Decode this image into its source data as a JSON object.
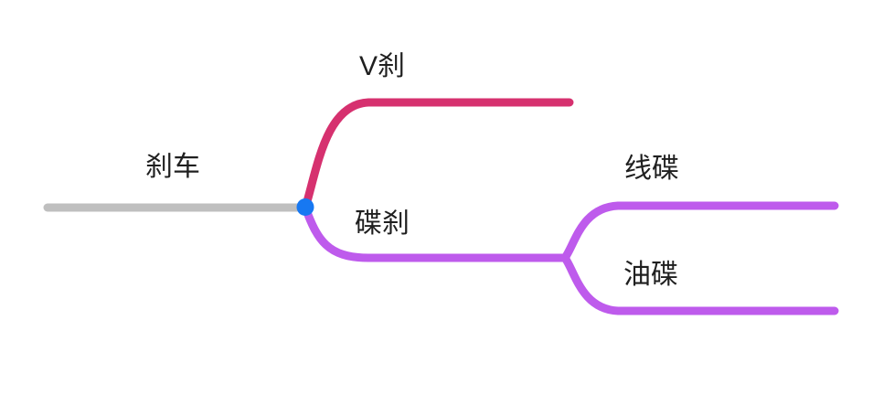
{
  "canvas": {
    "background": "#ffffff"
  },
  "palette": {
    "root_line": "#bfbfbf",
    "pink_branch": "#d6316f",
    "purple_branch": "#be5bec",
    "junction_dot": "#1778f2",
    "text": "#1f1f1f"
  },
  "mindmap": {
    "root": {
      "label": "刹车"
    },
    "branches": [
      {
        "label": "V刹"
      },
      {
        "label": "碟刹",
        "children": [
          {
            "label": "线碟"
          },
          {
            "label": "油碟"
          }
        ]
      }
    ]
  }
}
